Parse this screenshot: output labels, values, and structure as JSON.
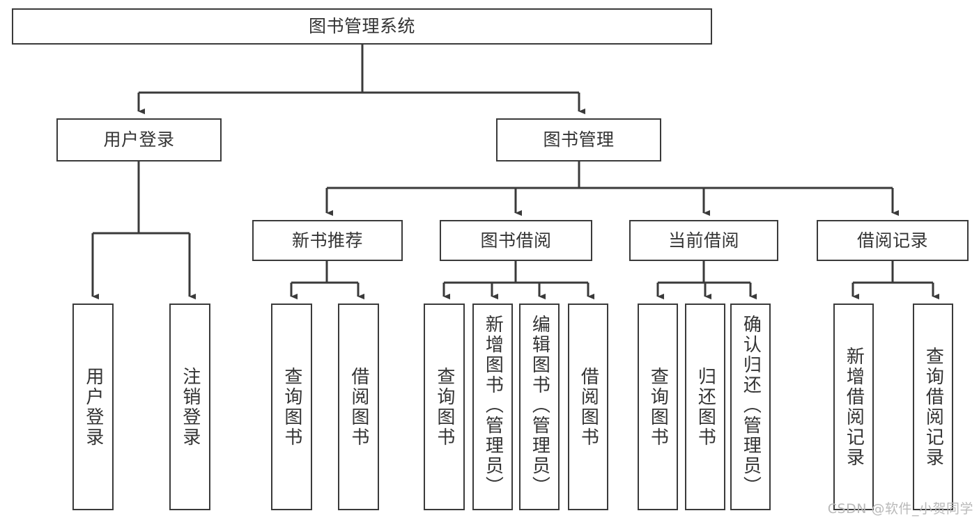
{
  "diagram": {
    "title": "图书管理系统",
    "type": "tree-hierarchy-chart",
    "stroke_color": "#3a3a3a",
    "text_color": "#333333",
    "background_color": "#ffffff",
    "root": {
      "label": "图书管理系统"
    },
    "level2": [
      {
        "label": "用户登录"
      },
      {
        "label": "图书管理"
      }
    ],
    "level3": [
      {
        "label": "新书推荐"
      },
      {
        "label": "图书借阅"
      },
      {
        "label": "当前借阅"
      },
      {
        "label": "借阅记录"
      }
    ],
    "leaves": {
      "user_login": [
        {
          "label": "用户登录"
        },
        {
          "label": "注销登录"
        }
      ],
      "new_book_recommend": [
        {
          "label": "查询图书"
        },
        {
          "label": "借阅图书"
        }
      ],
      "book_borrow": [
        {
          "label": "查询图书"
        },
        {
          "label": "新增图书（管理员）"
        },
        {
          "label": "编辑图书（管理员）"
        },
        {
          "label": "借阅图书"
        }
      ],
      "current_borrow": [
        {
          "label": "查询图书"
        },
        {
          "label": "归还图书"
        },
        {
          "label": "确认归还（管理员）"
        }
      ],
      "borrow_records": [
        {
          "label": "新增借阅记录"
        },
        {
          "label": "查询借阅记录"
        }
      ]
    }
  },
  "watermark": {
    "text": "CSDN @软件_小贺同学"
  }
}
